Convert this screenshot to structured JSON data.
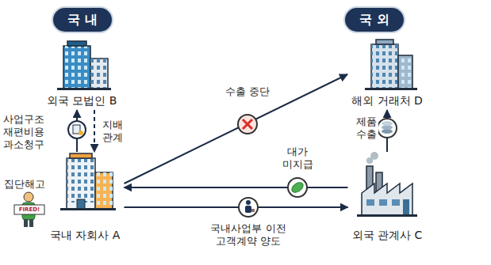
{
  "diagram": {
    "nodes": [
      {
        "text": [
          "국 내"
        ]
      },
      {
        "text": [
          "국 외"
        ]
      },
      {
        "text": [
          "외국 모법인 B"
        ]
      },
      {
        "text": [
          "해외 거래처 D"
        ]
      },
      {
        "text": [
          "국내 자회사 A"
        ]
      },
      {
        "text": [
          "외국 관계사 C"
        ]
      }
    ],
    "edges": [
      {
        "from": 4,
        "to": 2,
        "label": "사업구조 재편비용 과소청구",
        "arrow": "to"
      },
      {
        "from": 2,
        "to": 4,
        "label": "지배 관계",
        "arrow": "to"
      },
      {
        "from": 4,
        "to": 3,
        "label": "수출 중단",
        "arrow": "to"
      },
      {
        "from": 5,
        "to": 4,
        "label": "대가 미지급",
        "arrow": "to"
      },
      {
        "from": 4,
        "to": 5,
        "label": "국내사업부 이전 고객계약 양도",
        "arrow": "to"
      },
      {
        "from": 5,
        "to": 3,
        "label": "제품 수출",
        "arrow": "to"
      }
    ],
    "labels": [
      "집단해고",
      "FIRED!"
    ]
  }
}
